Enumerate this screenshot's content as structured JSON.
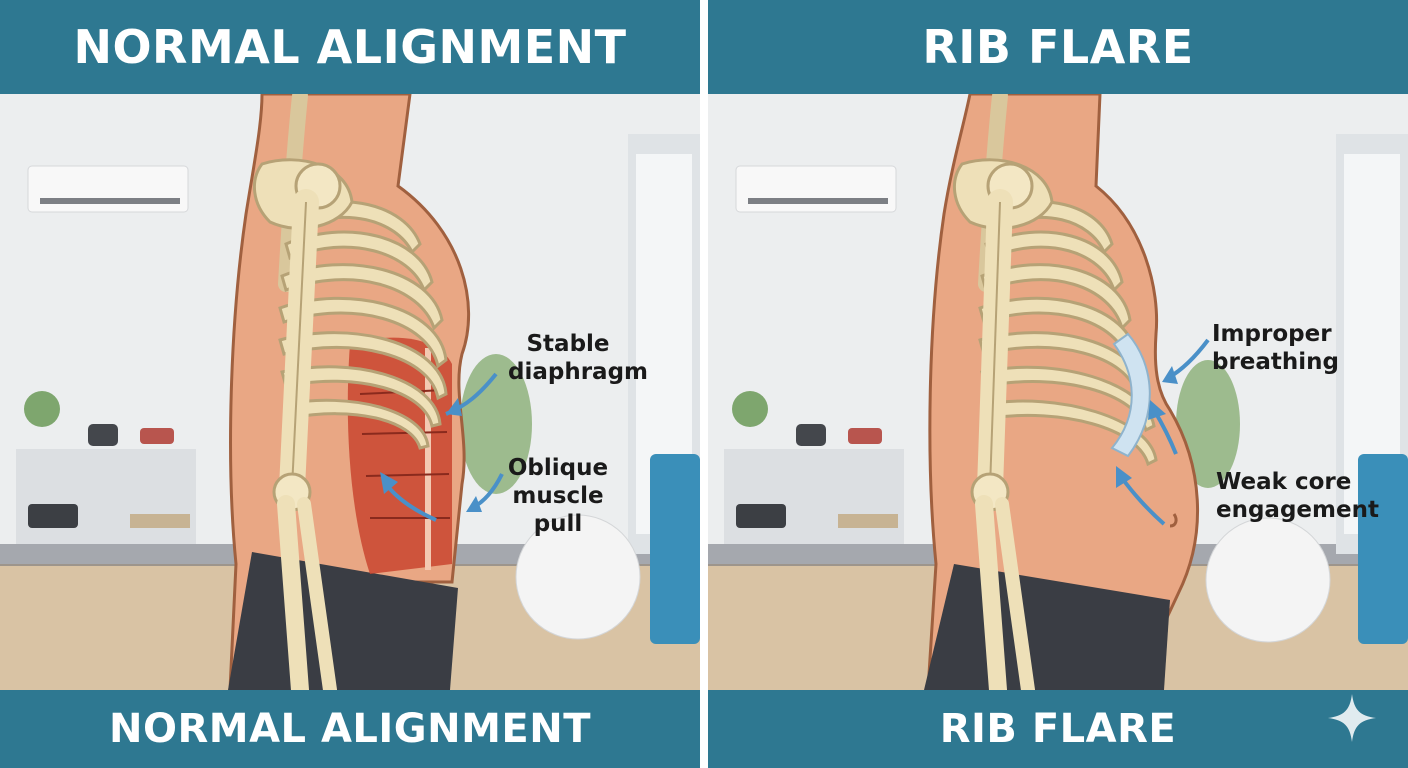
{
  "panels": [
    {
      "title": "NORMAL ALIGNMENT",
      "footer": "NORMAL ALIGNMENT",
      "annotations": [
        {
          "line1": "Stable",
          "line2": "diaphragm",
          "line3": ""
        },
        {
          "line1": "Oblique",
          "line2": "muscle",
          "line3": "pull"
        }
      ]
    },
    {
      "title": "RIB FLARE",
      "footer": "RIB FLARE",
      "annotations": [
        {
          "line1": "Improper",
          "line2": "breathing",
          "line3": ""
        },
        {
          "line1": "Weak core",
          "line2": "engagement",
          "line3": ""
        }
      ]
    }
  ],
  "colors": {
    "banner": "#2e7891",
    "arrow": "#4a90c8",
    "bone": "#eee0b8",
    "skin": "#e9a784",
    "muscle": "#c9452f",
    "shorts": "#3a3d44"
  },
  "icons": [
    "sparkle-icon",
    "arrow-icon"
  ]
}
